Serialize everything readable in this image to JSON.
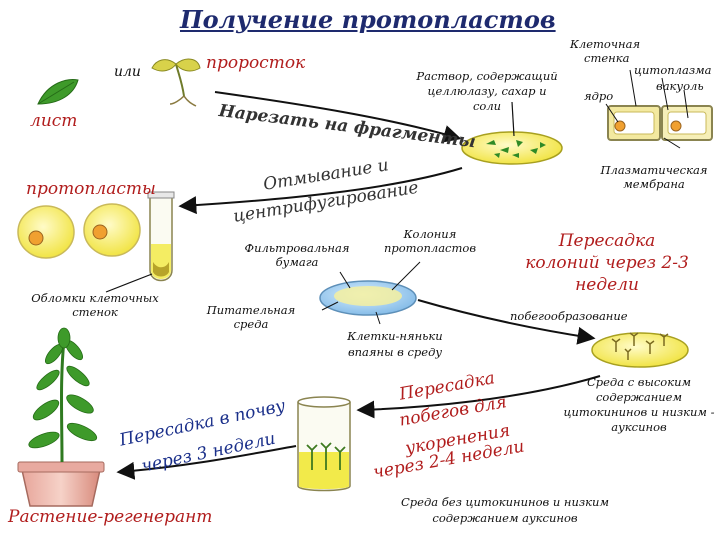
{
  "title": "Получение протопластов",
  "labels": {
    "or": "или",
    "sprout": "проросток",
    "leaf": "лист",
    "cut_fragments": "Нарезать на фрагменты",
    "solution_line1": "Раствор, содержащий",
    "solution_line2": "целлюлазу, сахар и",
    "solution_line3": "соли",
    "cell_wall_line1": "Клеточная",
    "cell_wall_line2": "стенка",
    "cytoplasm": "цитоплазма",
    "vacuole": "вакуоль",
    "nucleus": "ядро",
    "plasma_membrane_line1": "Плазматическая",
    "plasma_membrane_line2": "мембрана",
    "protoplasts": "протопласты",
    "washing_line1": "Отмывание и",
    "washing_line2": "центрифугирование",
    "filter_paper_line1": "Фильтровальная",
    "filter_paper_line2": "бумага",
    "colony_line1": "Колония",
    "colony_line2": "протопластов",
    "transplant_line1": "Пересадка",
    "transplant_line2": "колоний через 2-3",
    "transplant_line3": "недели",
    "fragments_line1": "Обломки клеточных",
    "fragments_line2": "стенок",
    "nutrient_line1": "Питательная",
    "nutrient_line2": "среда",
    "nurse_line1": "Клетки-няньки",
    "nurse_line2": "впаяны в среду",
    "shoot_formation": "побегообразование",
    "high_cyto_line1": "Среда с высоким",
    "high_cyto_line2": "содержанием",
    "high_cyto_line3": "цитокининов и низким -",
    "high_cyto_line4": "ауксинов",
    "shoot_transplant_line1": "Пересадка",
    "shoot_transplant_line2": "побегов для",
    "shoot_transplant_line3": "укоренения",
    "shoot_transplant_line4": "через 2-4 недели",
    "soil_line1": "Пересадка в почву",
    "soil_line2": "через 3 недели",
    "no_cyto_line1": "Среда без цитокининов и низким",
    "no_cyto_line2": "содержанием ауксинов",
    "regenerant": "Растение-регенерант"
  },
  "colors": {
    "title": "#1e2a6e",
    "red_text": "#b11d1d",
    "blue_text": "#1a2f8a",
    "medium_yellow": "#f2ea4a",
    "leaf_green": "#3e9a2a",
    "nurse_blue": "#8fc4ea"
  }
}
